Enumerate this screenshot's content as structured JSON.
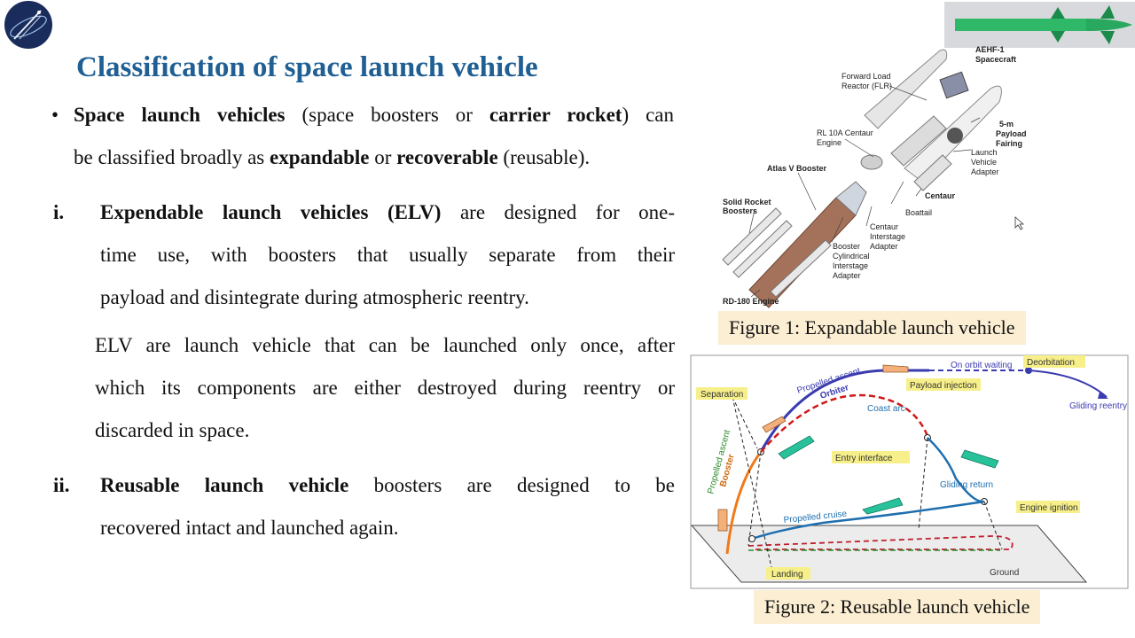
{
  "title": "Classification of space launch vehicle",
  "bullet": {
    "line1": [
      "Space launch vehicles",
      " (space boosters or ",
      "carrier rocket",
      ") can"
    ],
    "line2": [
      "be classified broadly as ",
      "expandable",
      " or ",
      "recoverable",
      " (reusable)."
    ]
  },
  "item1": {
    "num": "i.",
    "line1": [
      "Expendable launch vehicles (ELV)",
      " are designed for one-"
    ],
    "line2": "time use, with boosters that usually separate from their",
    "line3": "payload and disintegrate during atmospheric reentry."
  },
  "elv_note": {
    "line1": "ELV are launch vehicle that can be launched only once, after",
    "line2": "which its components are either destroyed during reentry or",
    "line3": "discarded in space."
  },
  "item2": {
    "num": "ii.",
    "line1": [
      "Reusable launch vehicle",
      " boosters are designed to be"
    ],
    "line2": "recovered intact and launched again."
  },
  "figure1": {
    "caption": "Figure 1: Expandable launch vehicle",
    "labels": {
      "aehf1": "AEHF-1",
      "spacecraft": "Spacecraft",
      "forward1": "Forward Load",
      "forward2": "Reactor (FLR)",
      "fairing1": "5-m",
      "fairing2": "Payload",
      "fairing3": "Fairing",
      "rl1": "RL 10A Centaur",
      "rl2": "Engine",
      "lva1": "Launch",
      "lva2": "Vehicle",
      "lva3": "Adapter",
      "atlas": "Atlas V Booster",
      "centaur": "Centaur",
      "srb1": "Solid Rocket",
      "srb2": "Boosters",
      "boattail": "Boattail",
      "cia1": "Centaur",
      "cia2": "Interstage",
      "cia3": "Adapter",
      "bcia1": "Booster",
      "bcia2": "Cylindrical",
      "bcia3": "Interstage",
      "bcia4": "Adapter",
      "rd180": "RD-180 Engine"
    }
  },
  "figure2": {
    "caption": "Figure 2: Reusable launch vehicle",
    "labels": {
      "separation": "Separation",
      "propelled_ascent": "Propelled ascent",
      "orbiter": "Orbiter",
      "on_orbit_waiting": "On orbit waiting",
      "deorbitation": "Deorbitation",
      "payload_injection": "Payload injection",
      "gliding_reentry": "Gliding reentry",
      "coast_arc": "Coast arc",
      "booster_ascent": "Propelled ascent",
      "booster": "Booster",
      "entry_interface": "Entry interface",
      "gliding_return": "Gliding return",
      "engine_ignition": "Engine ignition",
      "propelled_cruise": "Propelled cruise",
      "landing": "Landing",
      "ground": "Ground"
    }
  },
  "colors": {
    "title": "#1f5f94",
    "caption_bg": "#fbeed3",
    "orbiter_path": "#3b3bb0",
    "booster_path": "#f07a1a",
    "coast_path": "#d01919",
    "return_path": "#1e6fb0",
    "label_highlight": "#f7f08a"
  }
}
